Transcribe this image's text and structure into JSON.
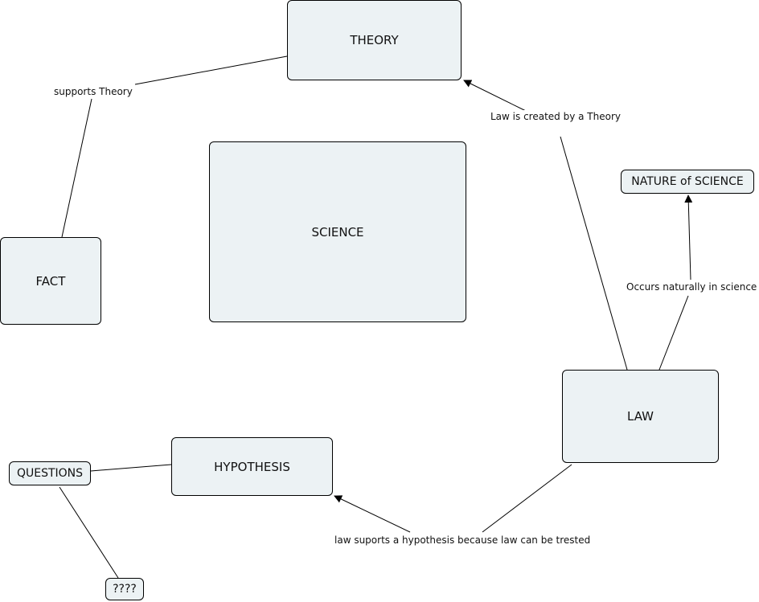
{
  "nodes": {
    "theory": "THEORY",
    "science": "SCIENCE",
    "fact": "FACT",
    "nature": "NATURE of SCIENCE",
    "law": "LAW",
    "hypothesis": "HYPOTHESIS",
    "questions": "QUESTIONS",
    "unknown": "????"
  },
  "links": {
    "supports_theory": "supports Theory",
    "law_created_by_theory": "Law is created by a Theory",
    "occurs_naturally": "Occurs naturally in science",
    "law_supports_hypothesis": "law suports a hypothesis because law can be trested"
  }
}
